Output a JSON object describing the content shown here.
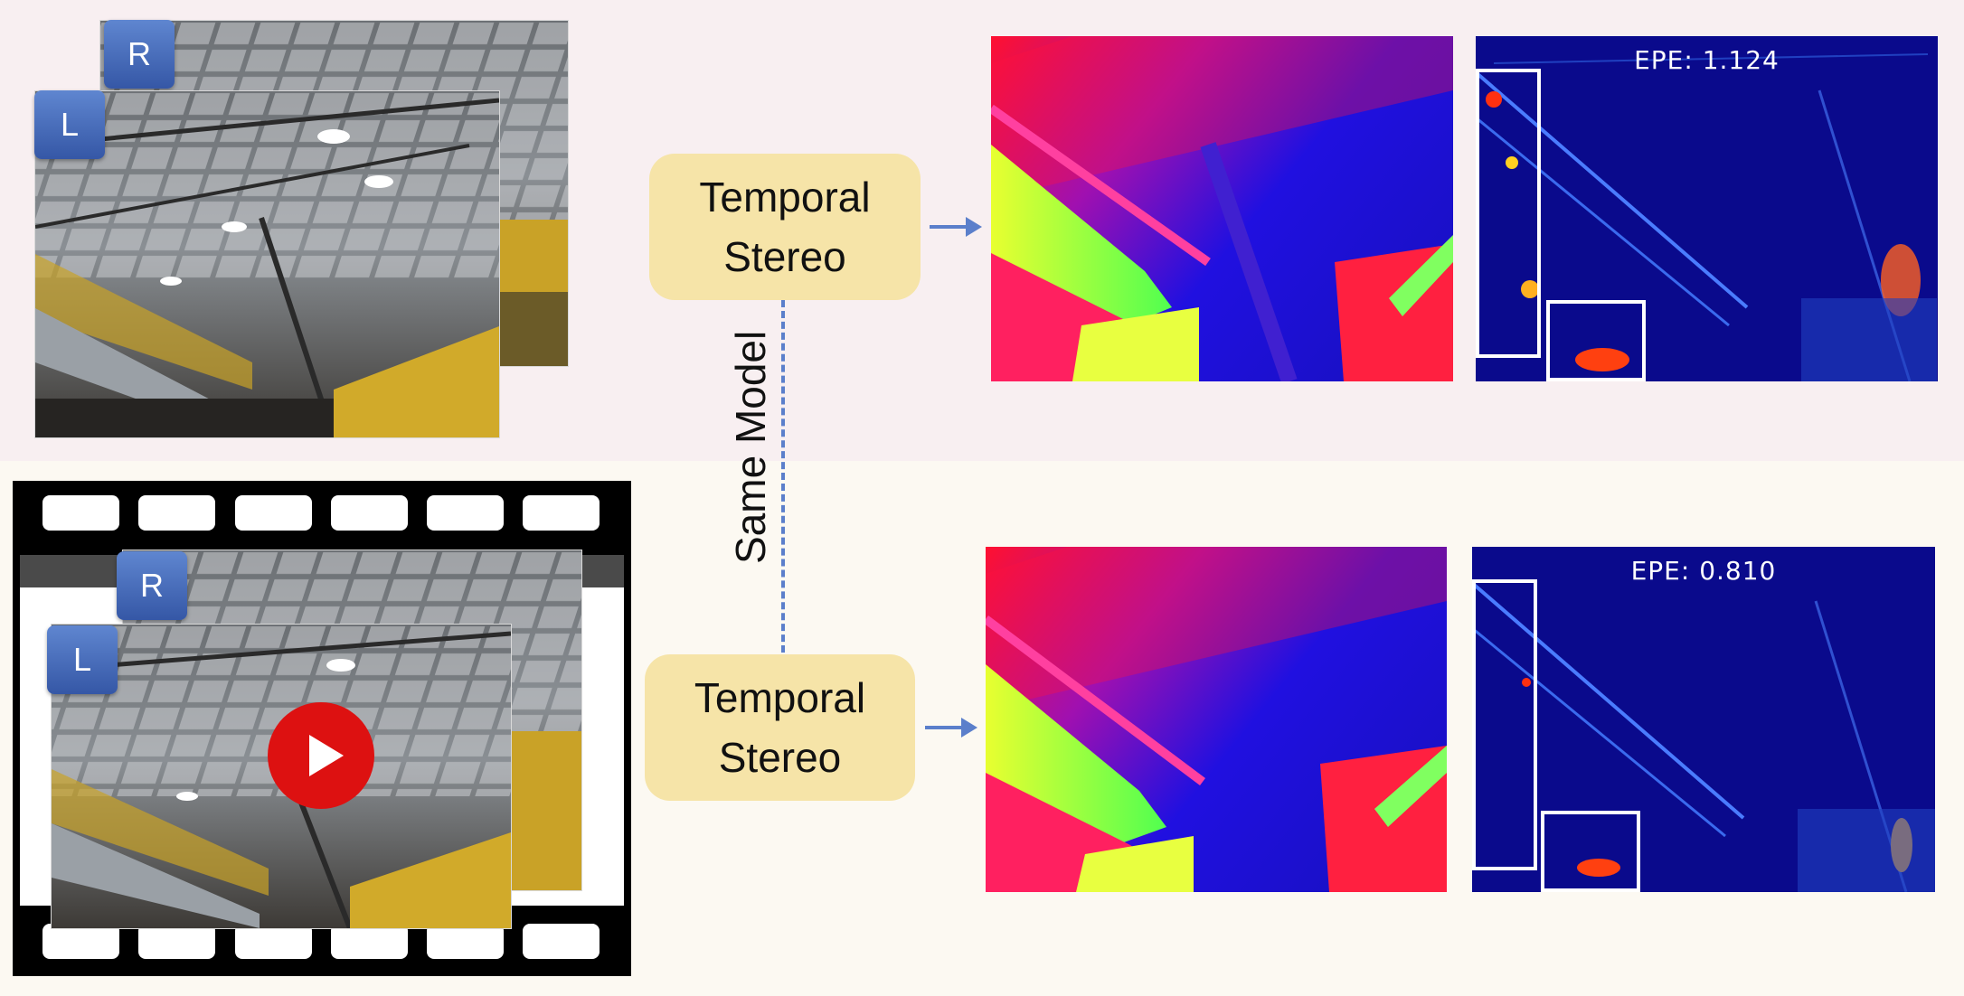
{
  "top": {
    "left_label": "L",
    "right_label": "R",
    "model_box": [
      "Temporal",
      "Stereo"
    ],
    "error_metric": "EPE:  1.124"
  },
  "bottom": {
    "left_label": "L",
    "right_label": "R",
    "model_box": [
      "Temporal",
      "Stereo"
    ],
    "error_metric": "EPE:  0.810"
  },
  "connector_label": "Same Model",
  "icons": [
    "arrow-right-icon",
    "play-button-icon",
    "film-strip-icon"
  ],
  "colors": {
    "top_background": "#f8eff1",
    "bottom_background": "#fcf9f2",
    "box_fill": "#f6e4a8",
    "tag_fill": "#4a6fbf",
    "arrow": "#5b7fcb",
    "error_map_background": "#0a0a8c",
    "play_button": "#dd1111"
  }
}
